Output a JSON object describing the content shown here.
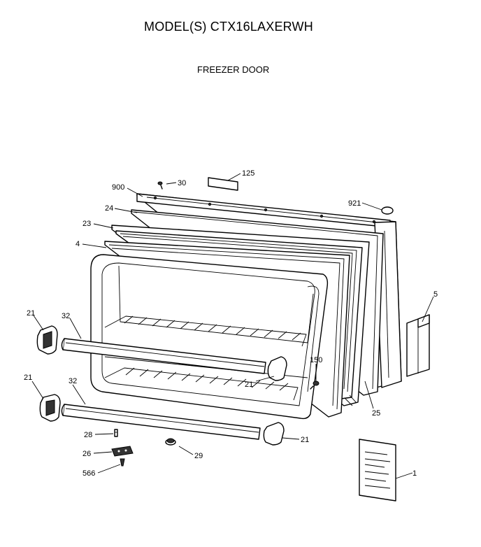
{
  "header": {
    "model_title": "MODEL(S) CTX16LAXERWH",
    "section_title": "FREEZER DOOR"
  },
  "parts": {
    "p900": "900",
    "p30": "30",
    "p125": "125",
    "p921": "921",
    "p24": "24",
    "p23": "23",
    "p4": "4",
    "p5": "5",
    "p21_top": "21",
    "p32_top": "32",
    "p21_mid": "21",
    "p150": "150",
    "p25": "25",
    "p21_left": "21",
    "p32_bottom": "32",
    "p28": "28",
    "p21_bottom": "21",
    "p26": "26",
    "p29": "29",
    "p566": "566",
    "p1": "1"
  }
}
